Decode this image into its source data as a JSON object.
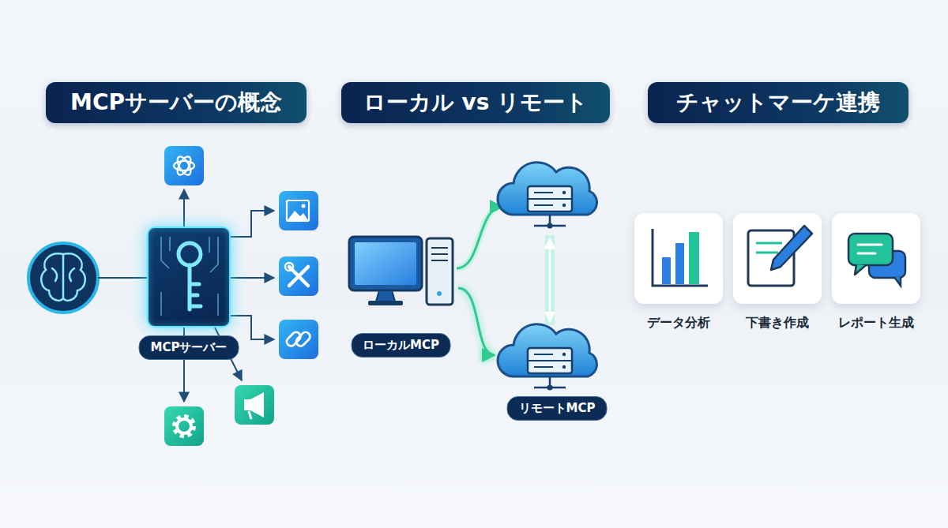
{
  "diagram": {
    "nodes": [
      {
        "text": [
          "MCPサーバーの概念"
        ]
      },
      {
        "text": [
          "ローカル vs リモート"
        ]
      },
      {
        "text": [
          "チャットマーケ連携"
        ]
      },
      {
        "text": [
          "MCPサーバー"
        ]
      },
      {
        "text": [
          "ローカルMCP"
        ]
      },
      {
        "text": [
          "リモートMCP"
        ]
      },
      {
        "text": [
          "データ分析"
        ]
      },
      {
        "text": [
          "下書き作成"
        ]
      },
      {
        "text": [
          "レポート生成"
        ]
      }
    ],
    "edges": [
      {
        "from": 4,
        "to": 5,
        "arrow": "to"
      }
    ]
  }
}
